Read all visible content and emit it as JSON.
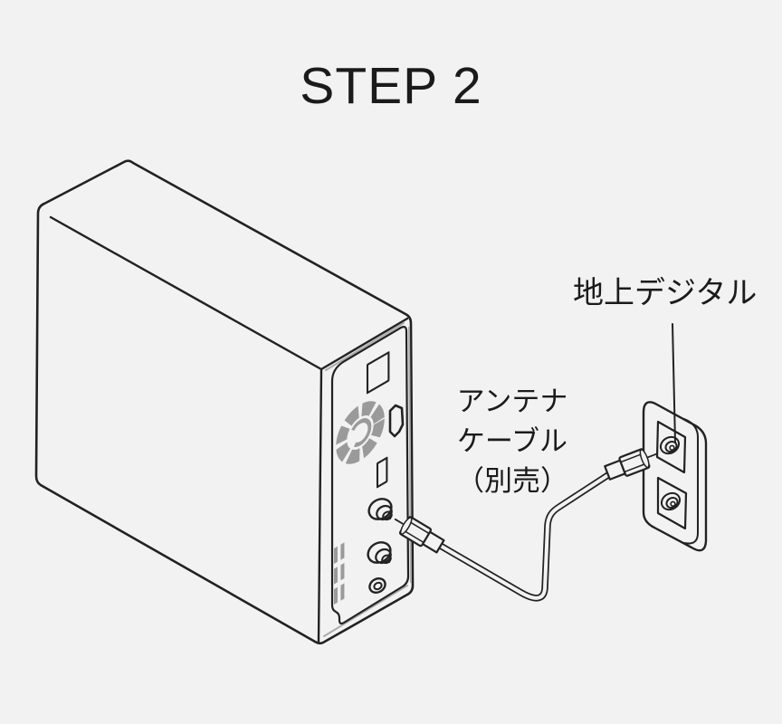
{
  "page": {
    "background_color": "#f2f2f2",
    "title": "STEP 2"
  },
  "diagram": {
    "colors": {
      "line": "#222222",
      "fan_gray": "#9a9a9a",
      "accent_gray": "#ababab",
      "text": "#1b1b1b"
    },
    "labels": {
      "antenna_cable": {
        "line1": "アンテナ",
        "line2": "ケーブル",
        "line3": "（別売）"
      },
      "wall_outlet": "地上デジタル"
    }
  }
}
